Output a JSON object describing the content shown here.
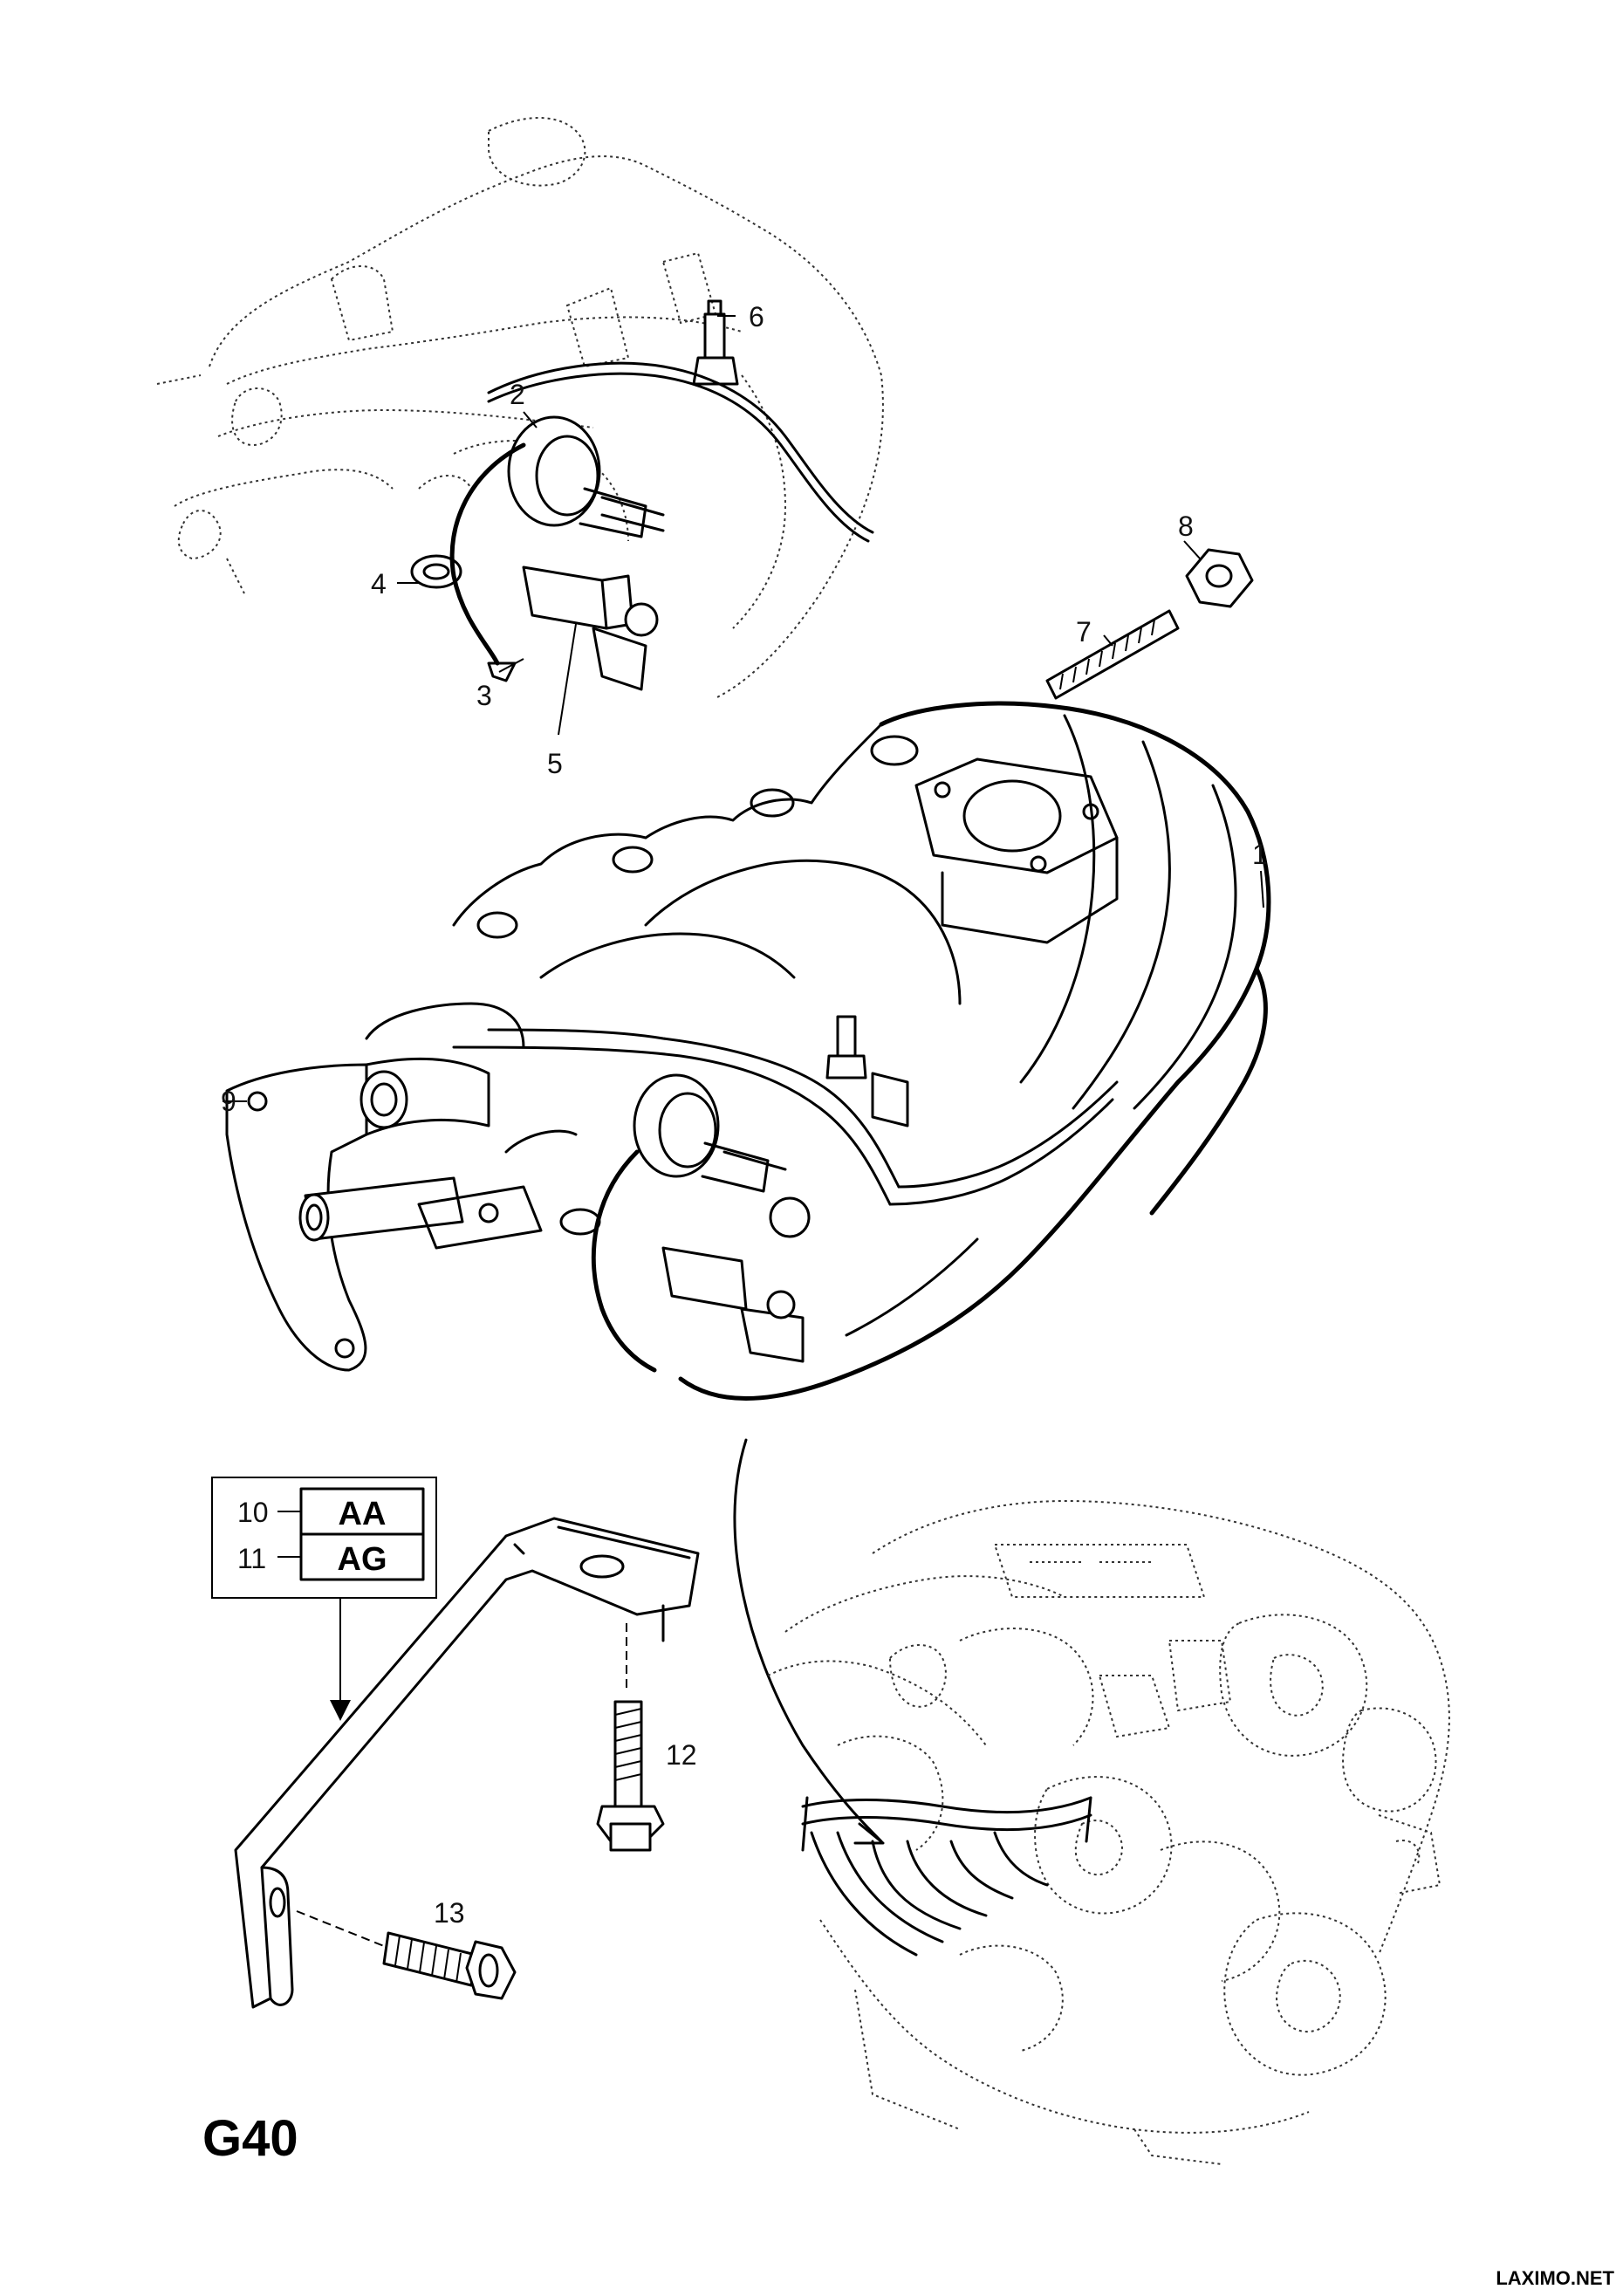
{
  "diagram": {
    "figure_code": "G40",
    "watermark": "LAXIMO.NET",
    "callouts": {
      "c1": "1",
      "c2": "2",
      "c3": "3",
      "c4": "4",
      "c5": "5",
      "c6": "6",
      "c7": "7",
      "c8": "8",
      "c9": "9",
      "c10": "10",
      "c11": "11",
      "c12": "12",
      "c13": "13"
    },
    "codes": {
      "aa": "AA",
      "ag": "AG"
    }
  }
}
